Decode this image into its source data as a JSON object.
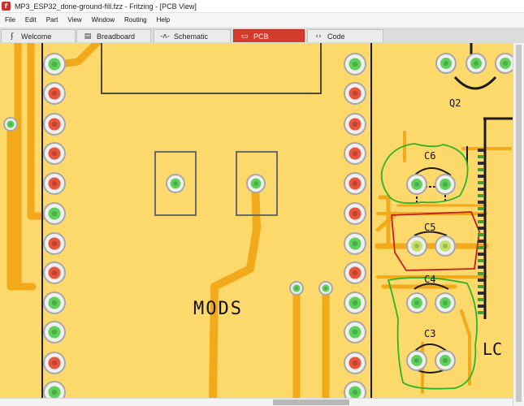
{
  "window": {
    "title": "MP3_ESP32_done-ground-fill.fzz - Fritzing - [PCB View]",
    "app_icon_glyph": "f"
  },
  "menu": [
    "File",
    "Edit",
    "Part",
    "View",
    "Window",
    "Routing",
    "Help"
  ],
  "tabs": [
    {
      "label": "Welcome",
      "icon": "fritzing-icon",
      "glyph": "ʄ",
      "active": false
    },
    {
      "label": "Breadboard",
      "icon": "breadboard-icon",
      "glyph": "▤",
      "active": false
    },
    {
      "label": "Schematic",
      "icon": "schematic-icon",
      "glyph": "-ᴧ-",
      "active": false
    },
    {
      "label": "PCB",
      "icon": "pcb-icon",
      "glyph": "▭",
      "active": true
    },
    {
      "label": "Code",
      "icon": "code-icon",
      "glyph": "‹›",
      "active": false
    }
  ],
  "pcb": {
    "labels": {
      "module": "MODS",
      "q2": "Q2",
      "c6": "C6",
      "c5": "C5",
      "c4": "C4",
      "c3": "C3",
      "lcd": "LC"
    }
  },
  "colors": {
    "board": "#fdd96b",
    "trace": "#f2a91a",
    "tab_active": "#d23a2c"
  }
}
